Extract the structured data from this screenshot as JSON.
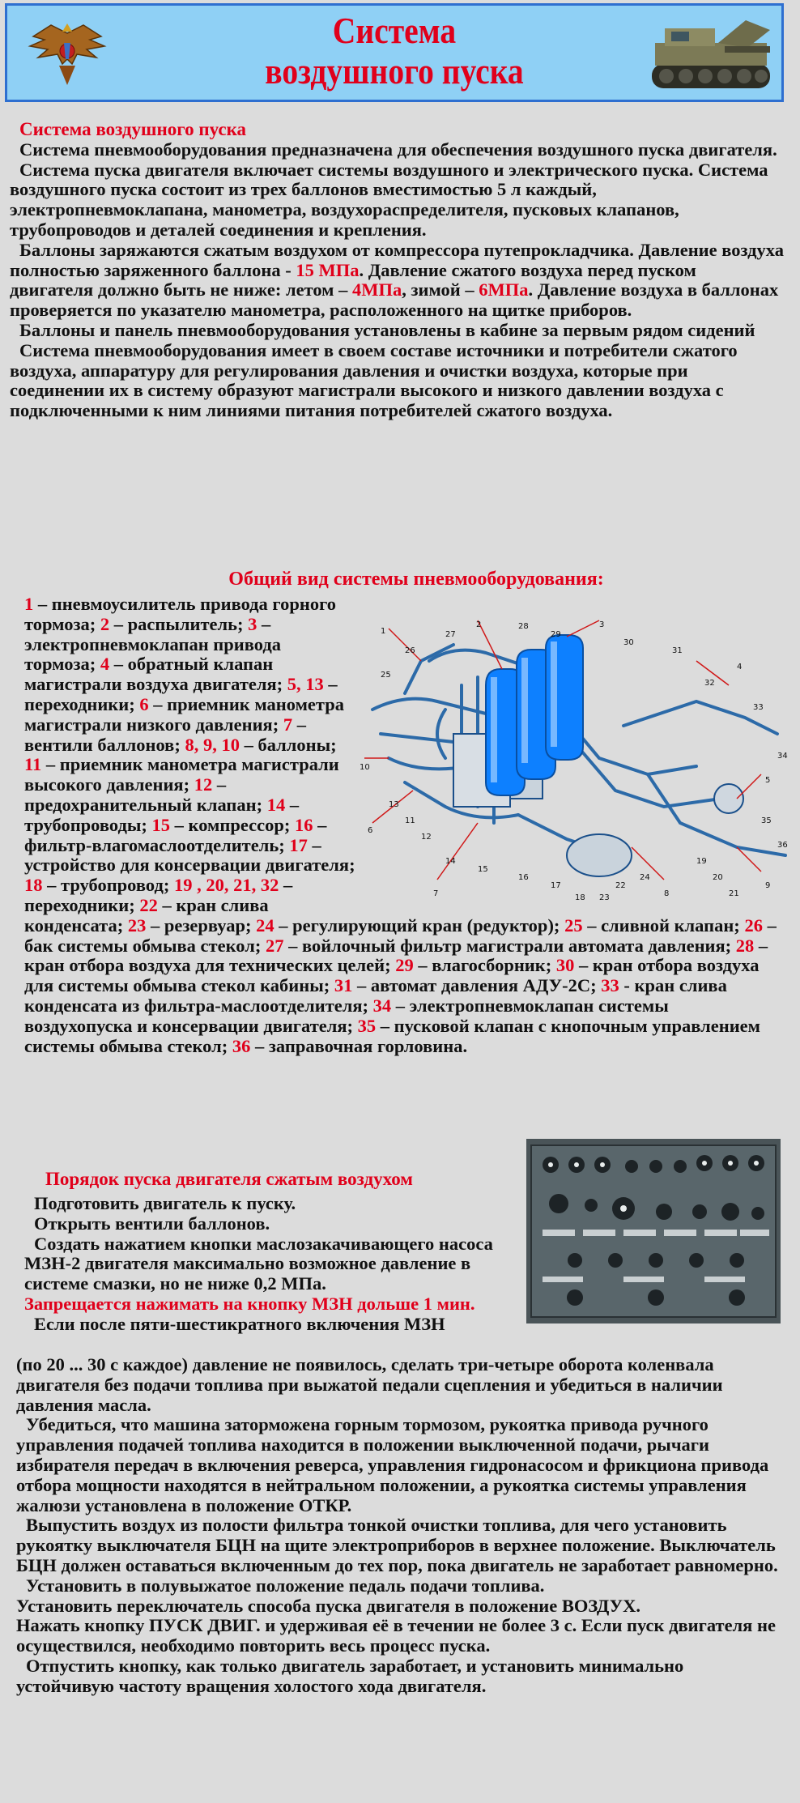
{
  "banner": {
    "title_line1": "Система",
    "title_line2": "воздушного пуска",
    "emblem_icon": "eagle-emblem-icon",
    "vehicle_icon": "tracked-vehicle-icon"
  },
  "intro": {
    "heading": "Система воздушного пуска",
    "p1": "Система пневмооборудования предназначена для обеспечения воздушного пуска двигателя.",
    "p2": "Система пуска двигателя включает системы воздушного и электрического пуска. Система воздушного пуска состоит из трех баллонов вместимостью 5 л каждый, электропневмоклапана, манометра, воздухораспределителя, пусковых клапанов, трубопроводов и деталей соединения и крепления.",
    "p3_a": "Баллоны заряжаются сжатым воздухом от компрессора путепрокладчика.  Давление воздуха полностью заряженного баллона  - ",
    "p3_v1": "15 МПа",
    "p3_b": ". Давление сжатого воздуха перед пуском двигателя должно быть не ниже: летом – ",
    "p3_v2": "4МПа",
    "p3_c": ", зимой – ",
    "p3_v3": "6МПа",
    "p3_d": ". Давление воздуха в баллонах проверяется по указателю манометра, расположенного на щитке приборов.",
    "p4": "Баллоны и панель пневмооборудования установлены в кабине за первым рядом сидений",
    "p5": "Система пневмооборудования имеет в своем составе источники и потребители сжатого воздуха, аппаратуру для регулирования давления и очистки воздуха, которые при соединении их в систему образуют магистрали высокого и низкого давлении воздуха с подключенными к ним линиями питания потребителей сжатого воздуха."
  },
  "general": {
    "heading": "Общий вид системы пневмооборудования:",
    "items": [
      [
        "1",
        " – пневмоусилитель привода горного тормоза; "
      ],
      [
        "2",
        " – распылитель; "
      ],
      [
        "3",
        " – электропневмоклапан привода тормоза; "
      ],
      [
        "4",
        " – обратный клапан магистрали воздуха двигателя; "
      ],
      [
        "5, 13",
        " – переходники; "
      ],
      [
        "6",
        " – приемник манометра магистрали низкого давления; "
      ],
      [
        "7",
        " – вентили баллонов; "
      ],
      [
        "8, 9, 10",
        " – баллоны; "
      ],
      [
        "11",
        " – приемник манометра магистрали высокого давления; "
      ],
      [
        "12",
        " – предохранительный клапан; "
      ],
      [
        "14",
        " – трубопроводы; "
      ],
      [
        "15",
        " – компрессор; "
      ],
      [
        "16",
        " – фильтр-влагомаслоотделитель; "
      ],
      [
        "17",
        " – устройство для консервации двигателя; "
      ],
      [
        "18",
        " – трубопровод; "
      ],
      [
        "19 , 20, 21, 32",
        " – переходники; "
      ],
      [
        "22",
        " – кран слива конденсата; "
      ],
      [
        "23",
        " – резервуар; "
      ],
      [
        "24",
        " – регулирующий кран (редуктор); "
      ],
      [
        "25",
        " – сливной клапан; "
      ],
      [
        "26",
        " – бак системы обмыва стекол; "
      ],
      [
        "27",
        " – войлочный фильтр магистрали автомата давления; "
      ],
      [
        "28",
        " – кран отбора воздуха для технических целей; "
      ],
      [
        "29",
        " – влагосборник; "
      ],
      [
        "30",
        " – кран отбора воздуха для системы обмыва стекол кабины; "
      ],
      [
        "31",
        " – автомат давления АДУ-2С; "
      ],
      [
        "33",
        " -  кран слива конденсата из фильтра-маслоотделителя; "
      ],
      [
        "34",
        " – электропневмоклапан системы воздухопуска и консервации двигателя; "
      ],
      [
        "35",
        " – пусковой клапан с кнопочным управлением системы обмыва стекол; "
      ],
      [
        "36",
        " – заправочная горловина."
      ]
    ],
    "diagram_icon": "pneumatic-system-diagram",
    "diagram_labels": [
      "1",
      "2",
      "3",
      "4",
      "5",
      "6",
      "7",
      "8",
      "9",
      "10",
      "11",
      "12",
      "13",
      "14",
      "15",
      "16",
      "17",
      "18",
      "19",
      "20",
      "21",
      "22",
      "23",
      "24",
      "25",
      "26",
      "27",
      "28",
      "29",
      "30",
      "31",
      "32",
      "33",
      "34",
      "35",
      "36"
    ]
  },
  "procedure": {
    "heading": "Порядок пуска двигателя сжатым воздухом",
    "s1": "Подготовить двигатель к пуску.",
    "s2": "Открыть вентили баллонов.",
    "s3": "Создать нажатием кнопки маслозакачивающего насоса МЗН-2 двигателя максимально возможное давление в системе смазки, но не ниже 0,2 МПа.",
    "warning": "Запрещается нажимать на кнопку МЗН дольше 1 мин.",
    "s4a": "Если после пяти-шестикратного включения МЗН",
    "s4b": "(по 20 ... 30 с каждое) давление не появилось, сделать три-четыре оборота коленвала двигателя без подачи топлива при выжатой педали сцепления и убедиться в наличии давления масла.",
    "s5": "Убедиться, что машина заторможена горным тормозом, рукоятка привода ручного управления подачей топлива находится в положении выключенной подачи, рычаги избирателя передач в включения реверса, управления гидронасосом и фрикциона привода отбора мощности находятся в нейтральном положении, а рукоятка системы управления жалюзи установлена в положение ОТКР.",
    "s6": "Выпустить воздух из полости фильтра тонкой очистки топлива, для чего установить рукоятку выключателя БЦН на щите электроприборов в верхнее положение. Выключатель БЦН должен оставаться включенным до тех пор, пока двигатель не заработает равномерно.",
    "s7": "Установить в полувыжатое положение педаль подачи топлива.",
    "s8": "Установить переключатель способа пуска двигателя в положение ВОЗДУХ.",
    "s9": "Нажать кнопку ПУСК ДВИГ. и удерживая её в течении не более 3 с. Если пуск двигателя не осуществился, необходимо повторить весь процесс пуска.",
    "s10": "Отпустить кнопку, как только двигатель заработает, и установить минимально устойчивую частоту вращения холостого хода двигателя.",
    "photo_icon": "control-panel-photo"
  }
}
